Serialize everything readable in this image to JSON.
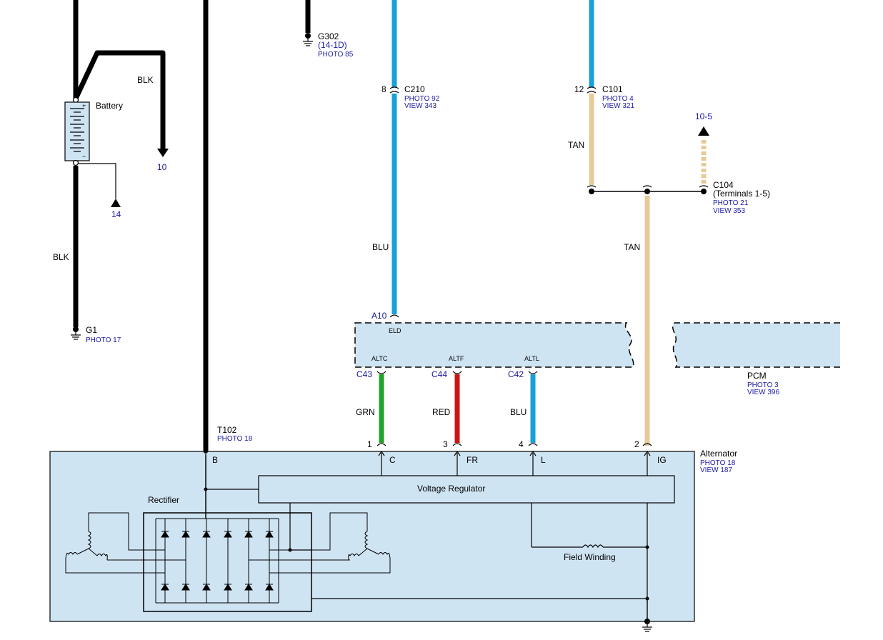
{
  "labels": {
    "wire_blk_left": "BLK",
    "wire_blk_battery": "BLK",
    "wire_blu_c210": "BLU",
    "wire_tan_c101": "TAN",
    "wire_tan_main": "TAN",
    "wire_grn": "GRN",
    "wire_red": "RED",
    "wire_blu_c42": "BLU"
  },
  "battery": {
    "label": "Battery",
    "plus": "+",
    "minus": "−"
  },
  "g302": {
    "id": "G302",
    "ref": "(14-1D)",
    "photo": "PHOTO 85"
  },
  "g1": {
    "id": "G1",
    "photo": "PHOTO 17"
  },
  "arrows": {
    "to_10": "10",
    "to_14": "14",
    "to_10_5": "10-5"
  },
  "c210": {
    "pin": "8",
    "id": "C210",
    "photo": "PHOTO 92",
    "view": "VIEW 343"
  },
  "c101": {
    "pin": "12",
    "id": "C101",
    "photo": "PHOTO 4",
    "view": "VIEW 321"
  },
  "c104": {
    "id": "C104",
    "terminals": "(Terminals 1-5)",
    "photo": "PHOTO 21",
    "view": "VIEW 353"
  },
  "pcm": {
    "name": "PCM",
    "photo": "PHOTO 3",
    "view": "VIEW 396",
    "a10": "A10",
    "eld": "ELD",
    "altc": "ALTC",
    "altf": "ALTF",
    "altl": "ALTL",
    "c43": "C43",
    "c44": "C44",
    "c42": "C42"
  },
  "t102": {
    "id": "T102",
    "photo": "PHOTO 18"
  },
  "alternator": {
    "name": "Alternator",
    "photo": "PHOTO 18",
    "view": "VIEW 187",
    "terminal_b": "B",
    "terminal_c": "C",
    "terminal_fr": "FR",
    "terminal_l": "L",
    "terminal_ig": "IG",
    "pin_c": "1",
    "pin_fr": "3",
    "pin_l": "4",
    "pin_ig": "2",
    "voltage_regulator": "Voltage Regulator",
    "rectifier": "Rectifier",
    "field_winding": "Field Winding"
  },
  "colors": {
    "black_wire": "#000000",
    "blue_wire": "#1aa0d8",
    "tan_wire": "#e6cb98",
    "green_wire": "#22a32a",
    "red_wire": "#cc1414",
    "component_fill": "#cfe4f3",
    "reference_text": "#1a1aa6"
  }
}
